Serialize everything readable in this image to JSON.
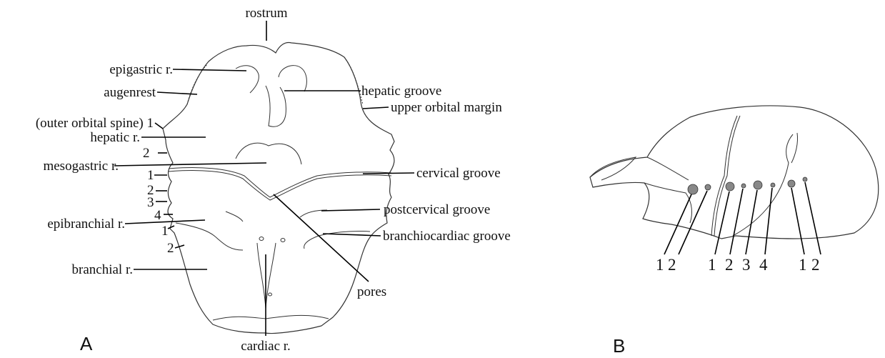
{
  "panel_a": {
    "letter": "A",
    "labels": {
      "rostrum": "rostrum",
      "epigastric": "epigastric r.",
      "augenrest": "augenrest",
      "outer_orbital": "(outer orbital spine) 1",
      "hepatic_r": "hepatic r.",
      "mesogastric": "mesogastric r.",
      "epibranchial": "epibranchial r.",
      "branchial": "branchial r.",
      "cardiac": "cardiac r.",
      "hepatic_groove": "hepatic groove",
      "upper_orbital": "upper orbital margin",
      "cervical_groove": "cervical groove",
      "postcervical_groove": "postcervical groove",
      "branchiocardiac_groove": "branchiocardiac groove",
      "pores": "pores"
    },
    "spine_numbers": [
      "2",
      "1",
      "2",
      "3",
      "4",
      "1",
      "2"
    ]
  },
  "panel_b": {
    "letter": "B",
    "spine_numbers": [
      "1",
      "2",
      "1",
      "2",
      "3",
      "4",
      "1",
      "2"
    ]
  }
}
